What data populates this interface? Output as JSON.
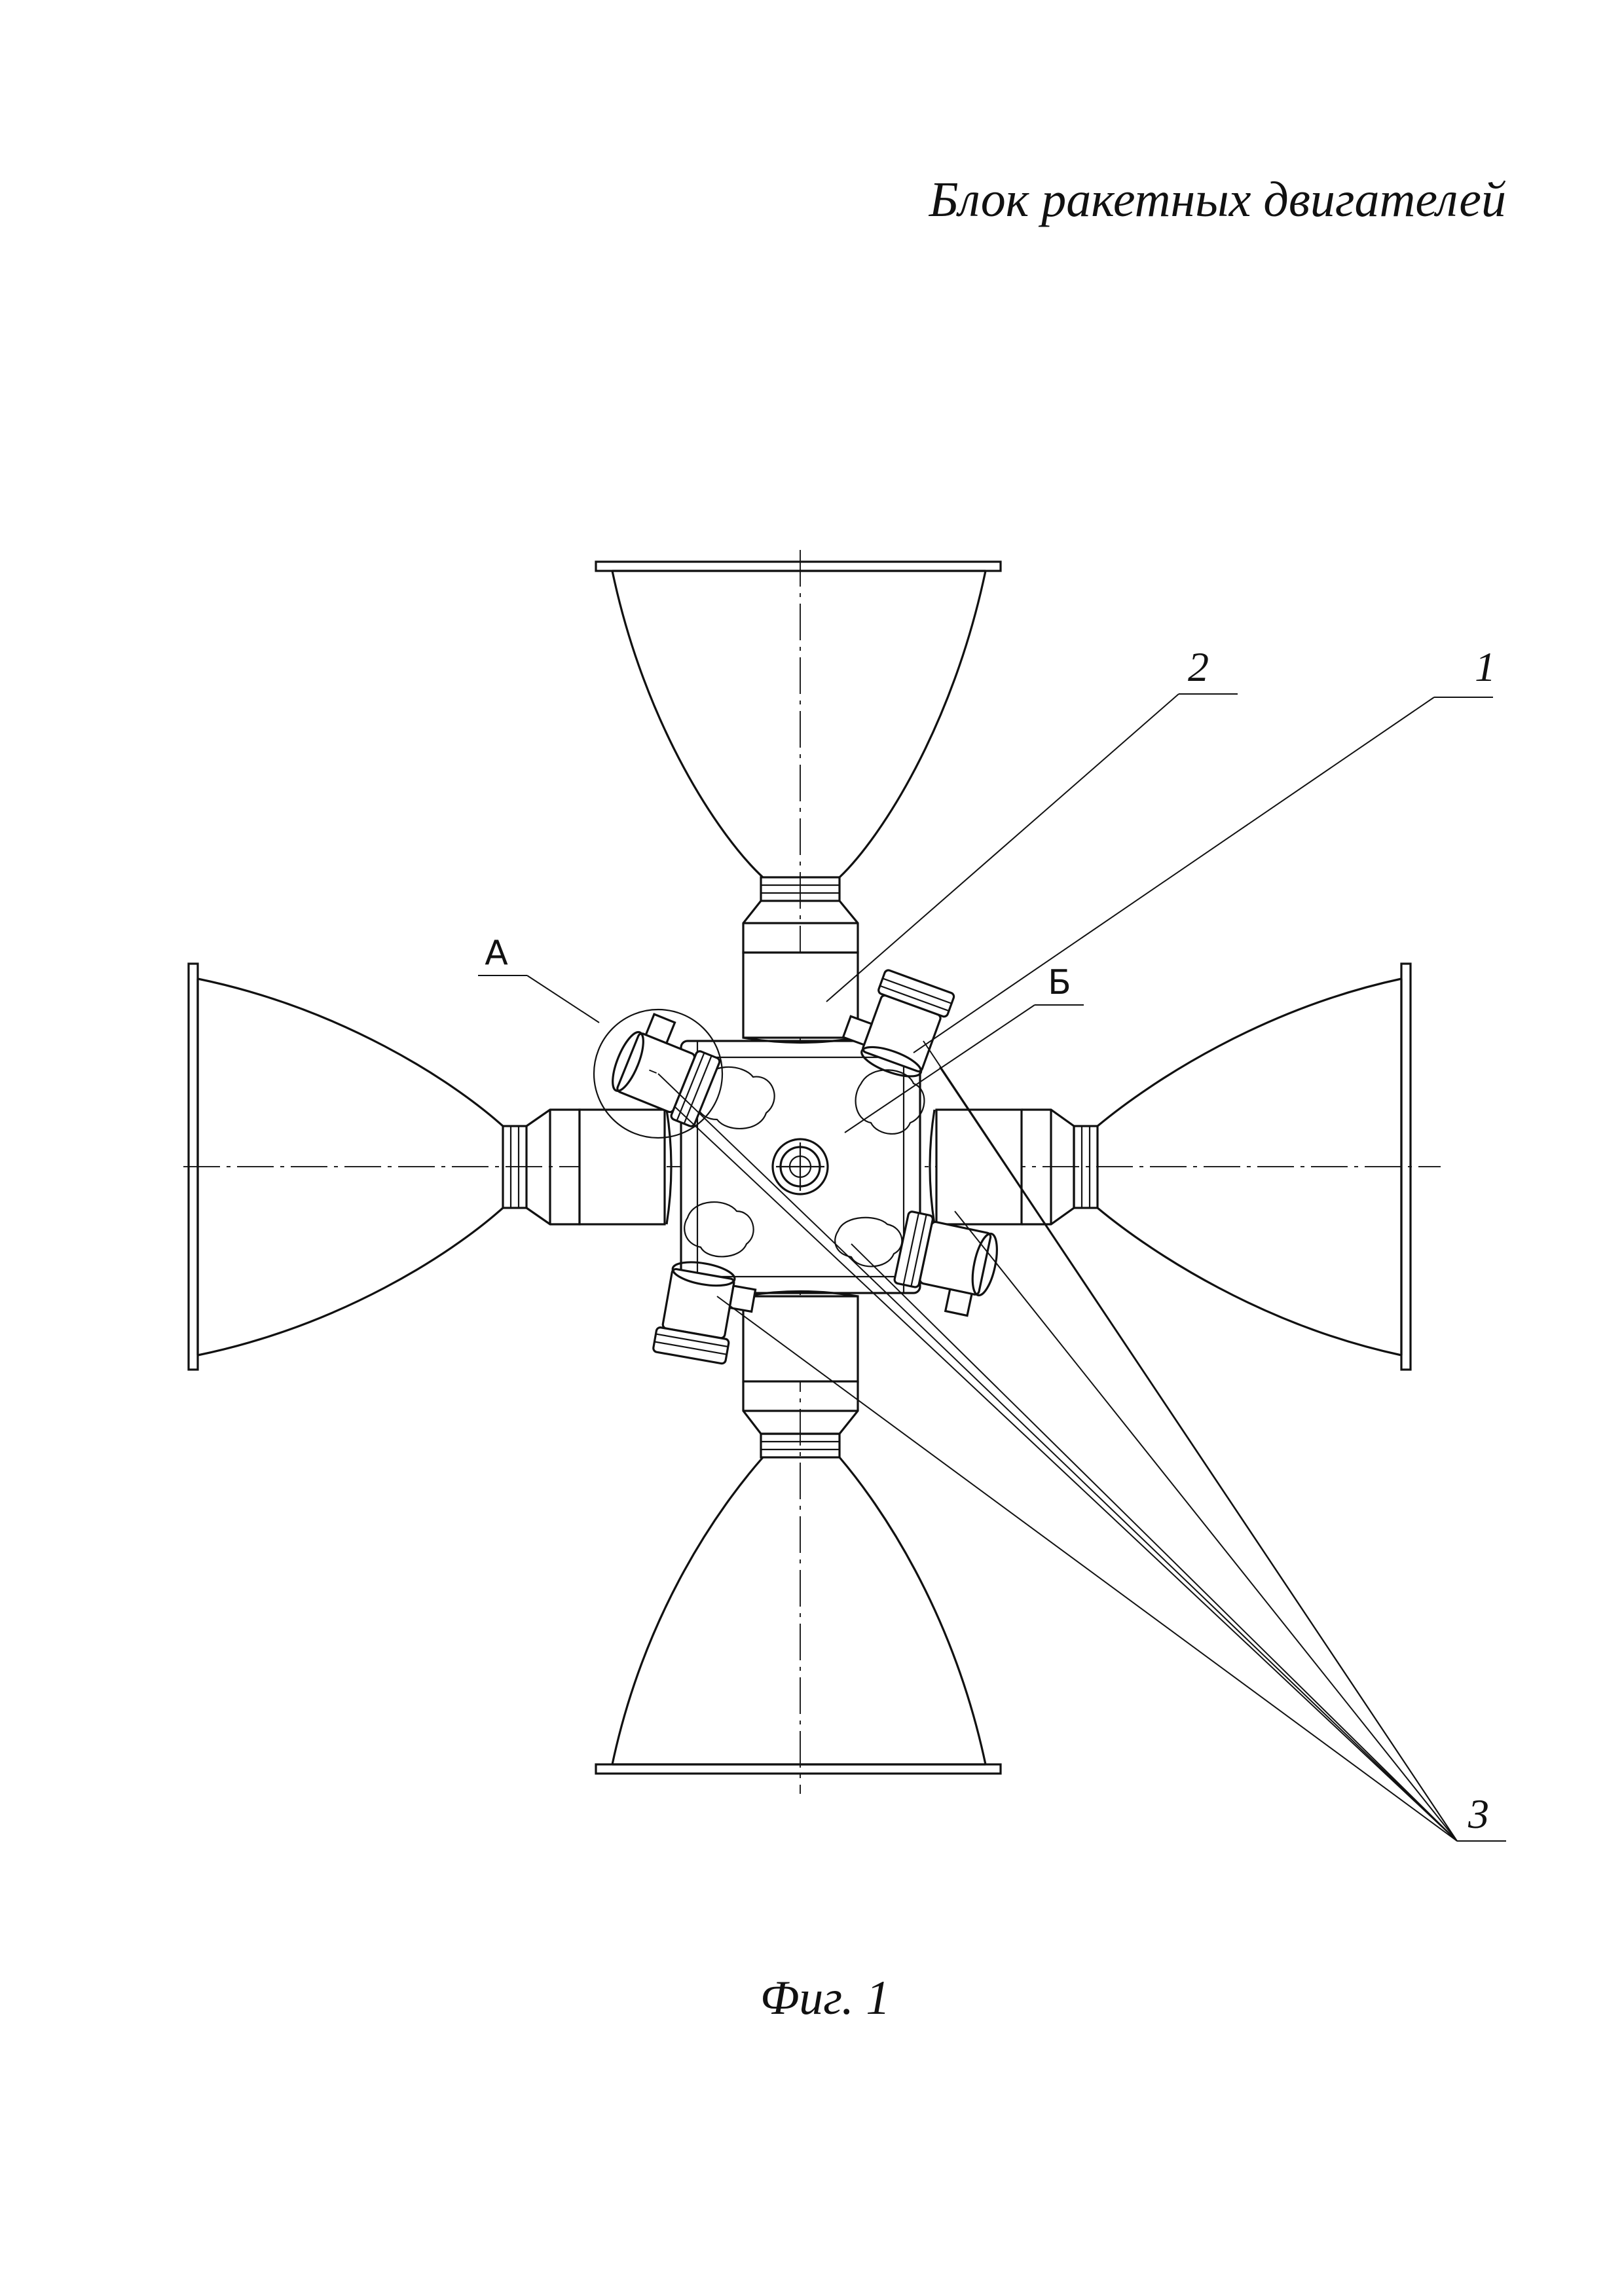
{
  "header": {
    "title": "Блок ракетных двигателей"
  },
  "figure": {
    "caption": "Фиг. 1"
  },
  "labels": {
    "part_1": "1",
    "part_2": "2",
    "part_3": "3",
    "view_a": "А",
    "view_b": "Б"
  }
}
